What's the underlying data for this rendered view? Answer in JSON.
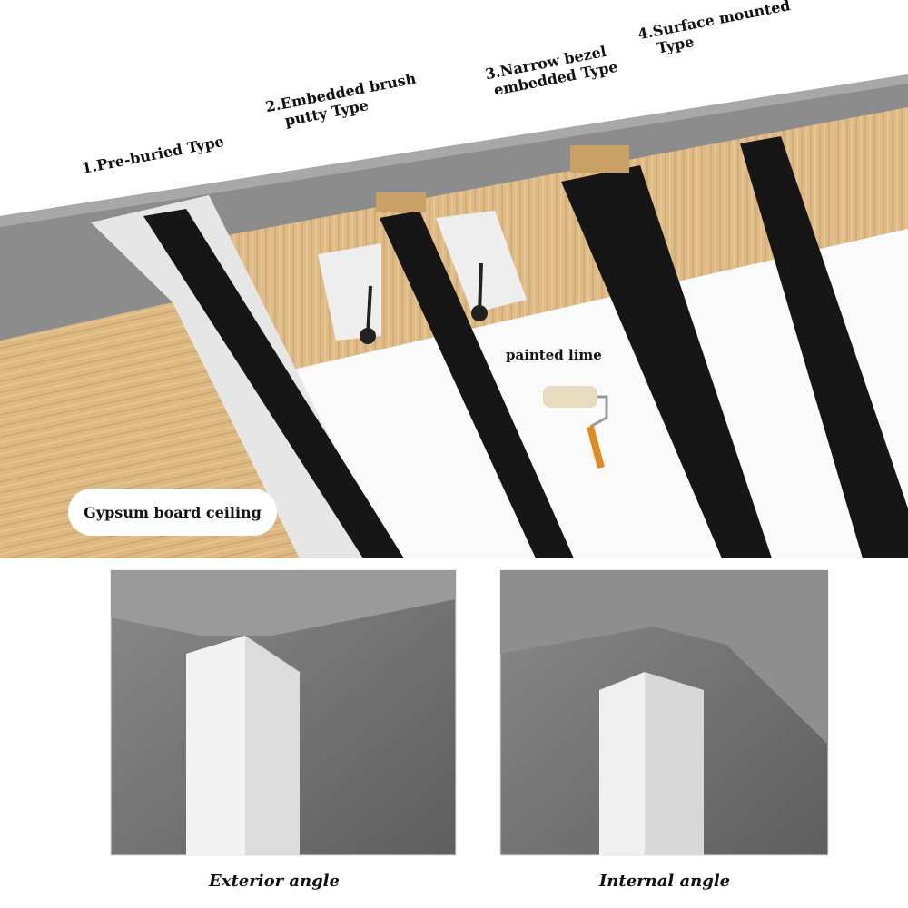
{
  "types": [
    {
      "line1": "1.Pre-buried Type",
      "line2": ""
    },
    {
      "line1": "2.Embedded brush",
      "line2": "putty Type"
    },
    {
      "line1": "3.Narrow bezel",
      "line2": "embedded Type"
    },
    {
      "line1": "4.Surface mounted",
      "line2": "Type"
    }
  ],
  "ceiling_label": "Gypsum board ceiling",
  "paint_label": "painted lime",
  "corners": {
    "exterior": "Exterior angle",
    "internal": "Internal angle"
  },
  "colors": {
    "wood": "#d8b47e",
    "ceiling_gray": "#8a8a8a",
    "profile_black": "#161616",
    "concrete": "#6e6e6e"
  }
}
